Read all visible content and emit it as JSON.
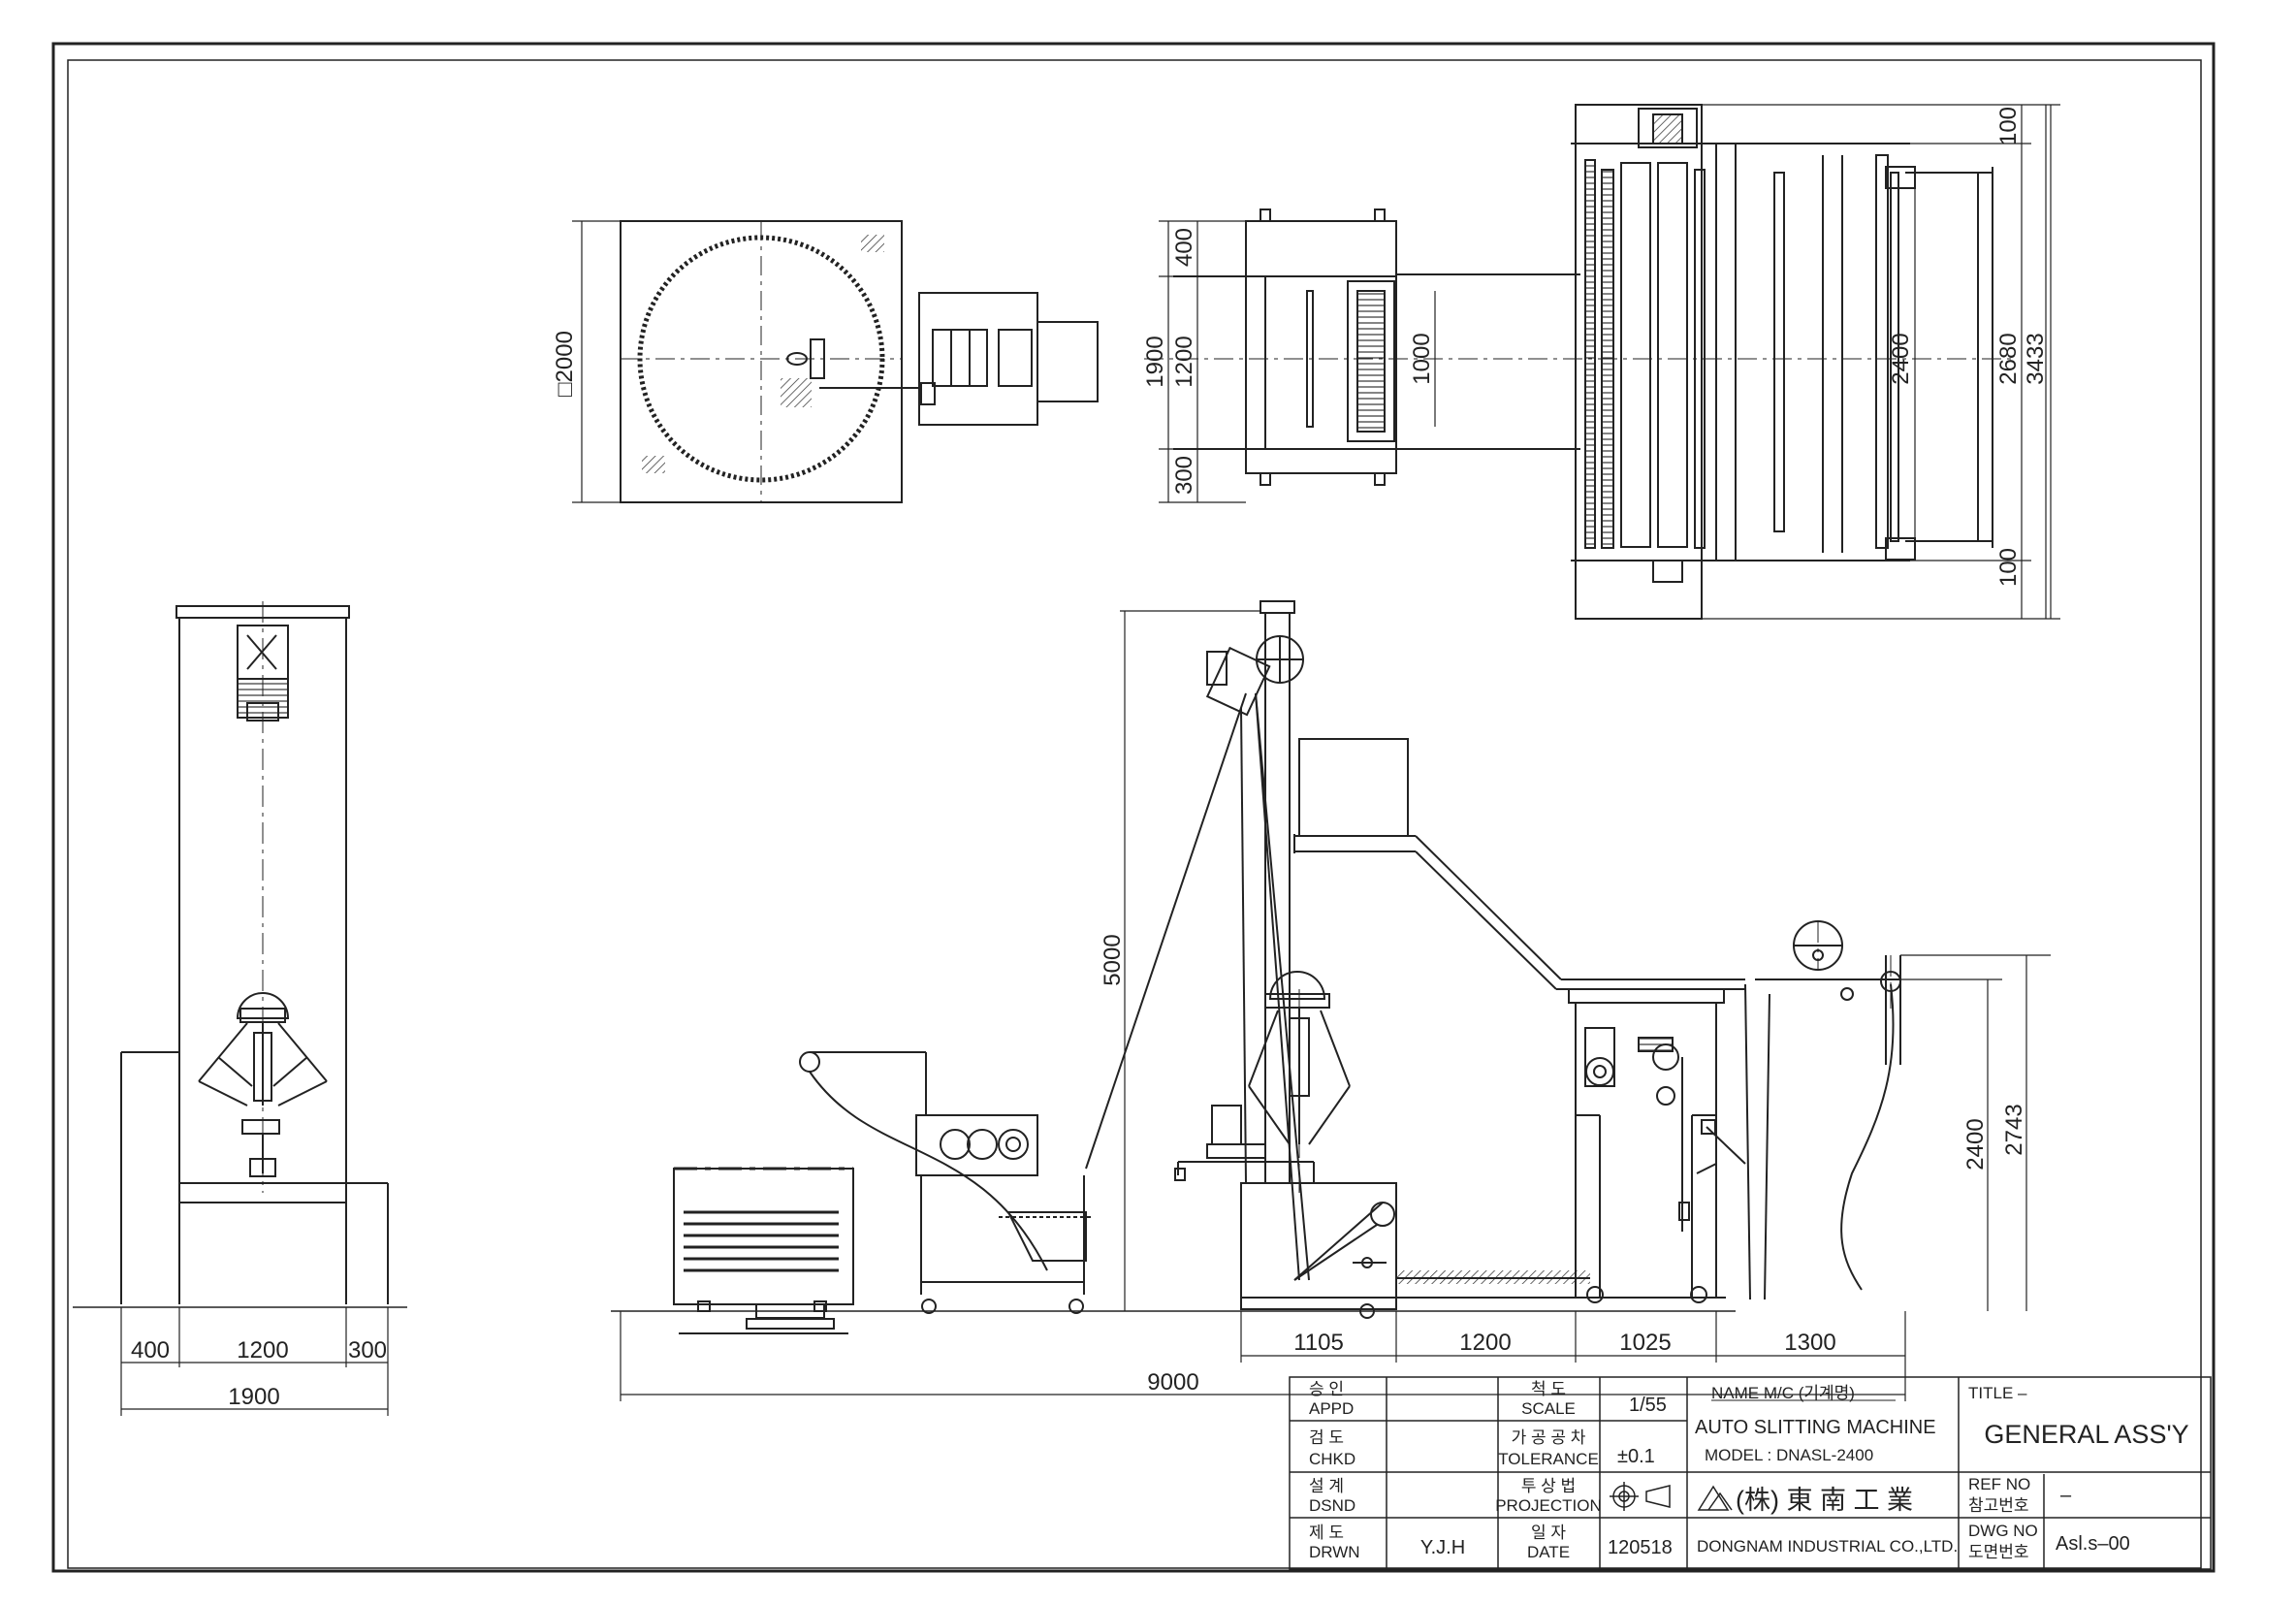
{
  "top_view": {
    "dim_left_square": "□2000",
    "dim_400": "400",
    "dim_1900": "1900",
    "dim_1200": "1200",
    "dim_1000": "1000",
    "dim_300": "300",
    "dim_2400": "2400",
    "dim_100_top": "100",
    "dim_2680": "2680",
    "dim_3433": "3433",
    "dim_100_bottom": "100"
  },
  "front_view": {
    "dim_5000": "5000",
    "dim_2400": "2400",
    "dim_2743": "2743",
    "dim_1105": "1105",
    "dim_1200": "1200",
    "dim_1025": "1025",
    "dim_1300": "1300",
    "dim_9000": "9000"
  },
  "side_view": {
    "dim_400": "400",
    "dim_1200": "1200",
    "dim_300": "300",
    "dim_1900": "1900"
  },
  "title_block": {
    "appd_kr": "승 인",
    "appd_en": "APPD",
    "chkd_kr": "검 도",
    "chkd_en": "CHKD",
    "dsnd_kr": "설 계",
    "dsnd_en": "DSND",
    "drwn_kr": "제 도",
    "drwn_en": "DRWN",
    "drwn_value": "Y.J.H",
    "scale_kr": "척 도",
    "scale_en": "SCALE",
    "scale_value": "1/55",
    "tol_kr": "가 공 공 차",
    "tol_en": "TOLERANCE",
    "tol_value": "±0.1",
    "proj_kr": "투 상 법",
    "proj_en": "PROJECTION",
    "date_kr": "일 자",
    "date_en": "DATE",
    "date_value": "120518",
    "name_label": "NAME M/C   (기계명)",
    "machine_name": "AUTO SLITTING MACHINE",
    "model": "MODEL : DNASL-2400",
    "company_kr": "(株) 東 南 工 業",
    "company_en": "DONGNAM INDUSTRIAL CO.,LTD.",
    "title_label": "TITLE  –",
    "title_value": "GENERAL ASS'Y",
    "ref_en": "REF NO",
    "ref_kr": "참고번호",
    "ref_value": "–",
    "dwg_en": "DWG NO",
    "dwg_kr": "도면번호",
    "dwg_value": "Asl.s–00"
  }
}
